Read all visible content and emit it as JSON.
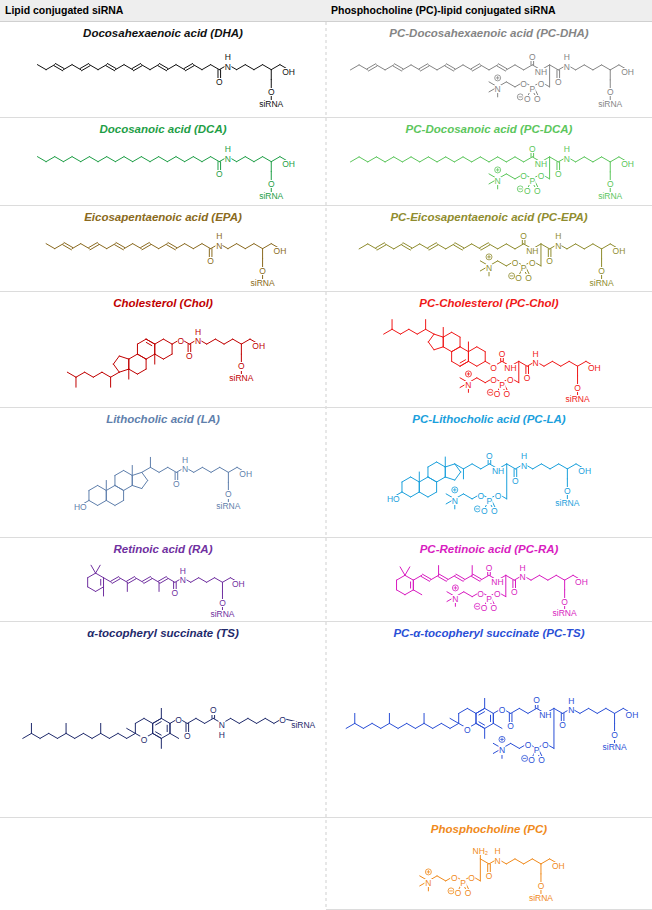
{
  "diagram": {
    "nodes": [
      {
        "text": [
          "Lipid conjugated siRNA"
        ]
      },
      {
        "text": [
          "Phosphocholine (PC)-lipid conjugated siRNA"
        ]
      },
      {
        "text": [
          "Docosahexaenoic acid (DHA)",
          "O",
          "N",
          "H",
          "O",
          "siRNA",
          "OH"
        ]
      },
      {
        "text": [
          "PC-Docosahexaenoic acid (PC-DHA)",
          "O",
          "NH",
          "O",
          "N",
          "H",
          "O",
          "siRNA",
          "OH",
          "O",
          "P",
          "O",
          "O",
          "O",
          "N"
        ]
      },
      {
        "text": [
          "Docosanoic acid (DCA)",
          "O",
          "N",
          "H",
          "O",
          "siRNA",
          "OH"
        ]
      },
      {
        "text": [
          "PC-Docosanoic acid (PC-DCA)",
          "O",
          "NH",
          "O",
          "N",
          "H",
          "O",
          "siRNA",
          "OH",
          "O",
          "P",
          "O",
          "O",
          "O",
          "N"
        ]
      },
      {
        "text": [
          "Eicosapentaenoic acid (EPA)",
          "O",
          "N",
          "H",
          "O",
          "siRNA",
          "OH"
        ]
      },
      {
        "text": [
          "PC-Eicosapentaenoic acid (PC-EPA)",
          "O",
          "NH",
          "O",
          "N",
          "H",
          "O",
          "siRNA",
          "OH",
          "O",
          "P",
          "O",
          "O",
          "O",
          "N"
        ]
      },
      {
        "text": [
          "Cholesterol (Chol)",
          "O",
          "O",
          "N",
          "H",
          "O",
          "siRNA",
          "OH"
        ]
      },
      {
        "text": [
          "PC-Cholesterol (PC-Chol)",
          "O",
          "O",
          "NH",
          "O",
          "N",
          "H",
          "O",
          "siRNA",
          "OH",
          "O",
          "P",
          "O",
          "O",
          "O",
          "N"
        ]
      },
      {
        "text": [
          "Lithocholic acid (LA)",
          "HO",
          "O",
          "N",
          "H",
          "O",
          "siRNA",
          "OH"
        ]
      },
      {
        "text": [
          "PC-Lithocholic acid (PC-LA)",
          "HO",
          "O",
          "NH",
          "O",
          "N",
          "H",
          "O",
          "siRNA",
          "OH",
          "O",
          "P",
          "O",
          "O",
          "O",
          "N"
        ]
      },
      {
        "text": [
          "Retinoic acid (RA)",
          "O",
          "N",
          "H",
          "O",
          "siRNA",
          "OH"
        ]
      },
      {
        "text": [
          "PC-Retinoic acid (PC-RA)",
          "O",
          "NH",
          "O",
          "N",
          "H",
          "O",
          "siRNA",
          "OH",
          "O",
          "P",
          "O",
          "O",
          "O",
          "N"
        ]
      },
      {
        "text": [
          "α-tocopheryl succinate (TS)",
          "O",
          "O",
          "O",
          "O",
          "N",
          "H",
          "O",
          "siRNA"
        ]
      },
      {
        "text": [
          "PC-α-tocopheryl succinate (PC-TS)",
          "O",
          "O",
          "O",
          "O",
          "NH",
          "O",
          "N",
          "H",
          "O",
          "siRNA",
          "OH",
          "O",
          "P",
          "O",
          "O",
          "O",
          "N"
        ]
      },
      {
        "text": [
          "Phosphocholine (PC)",
          "NH₂",
          "O",
          "N",
          "H",
          "O",
          "siRNA",
          "OH",
          "O",
          "P",
          "O",
          "O",
          "O",
          "N"
        ]
      }
    ]
  }
}
